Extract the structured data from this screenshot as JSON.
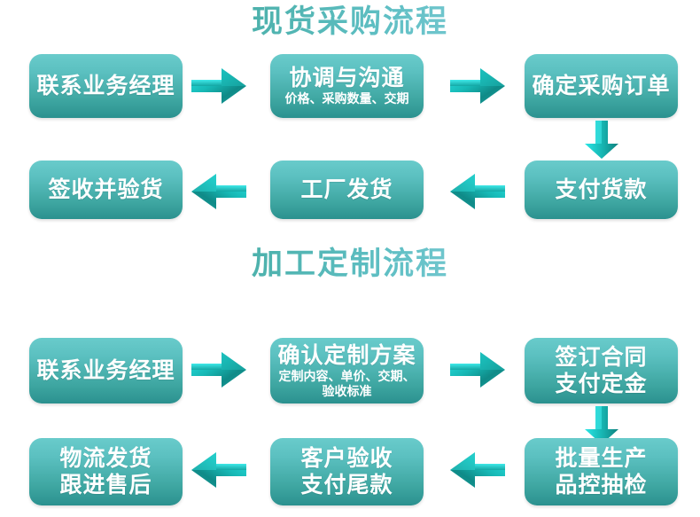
{
  "page": {
    "background": "#ffffff",
    "box_gradient_top": "#69cbcb",
    "box_gradient_bottom": "#2b918f",
    "arrow_color_light": "#2fe0e0",
    "arrow_color_dark": "#16867f",
    "title_gradient_from": "#36998c",
    "title_gradient_to": "#a8dbe6"
  },
  "sections": [
    {
      "title": "现货采购流程",
      "steps": [
        {
          "main": "联系业务经理",
          "sub": ""
        },
        {
          "main": "协调与沟通",
          "sub": "价格、采购数量、交期"
        },
        {
          "main": "确定采购订单",
          "sub": ""
        },
        {
          "main": "支付货款",
          "sub": ""
        },
        {
          "main": "工厂发货",
          "sub": ""
        },
        {
          "main": "签收并验货",
          "sub": ""
        }
      ]
    },
    {
      "title": "加工定制流程",
      "steps": [
        {
          "main": "联系业务经理",
          "sub": ""
        },
        {
          "main": "确认定制方案",
          "sub": "定制内容、单价、交期、\n验收标准"
        },
        {
          "main": "签订合同\n支付定金",
          "sub": ""
        },
        {
          "main": "批量生产\n品控抽检",
          "sub": ""
        },
        {
          "main": "客户验收\n支付尾款",
          "sub": ""
        },
        {
          "main": "物流发货\n跟进售后",
          "sub": ""
        }
      ]
    }
  ],
  "arrows": [
    {
      "name": "arrow-right-1",
      "direction": "right"
    },
    {
      "name": "arrow-right-2",
      "direction": "right"
    },
    {
      "name": "arrow-down-1",
      "direction": "down"
    },
    {
      "name": "arrow-left-1",
      "direction": "left"
    },
    {
      "name": "arrow-left-2",
      "direction": "left"
    },
    {
      "name": "arrow-right-3",
      "direction": "right"
    },
    {
      "name": "arrow-right-4",
      "direction": "right"
    },
    {
      "name": "arrow-down-2",
      "direction": "down"
    },
    {
      "name": "arrow-left-3",
      "direction": "left"
    },
    {
      "name": "arrow-left-4",
      "direction": "left"
    }
  ]
}
